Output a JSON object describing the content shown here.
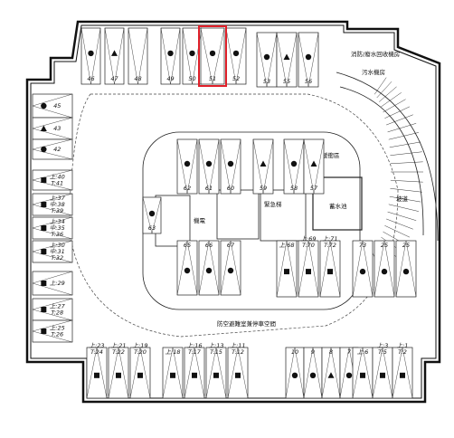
{
  "highlight_color": "#e0202a",
  "labels": {
    "room_top_right": "消防/廢水回收機房",
    "room_top_right_2": "污水機房",
    "stair_room": "緊急梯",
    "pool_room": "蓄水池",
    "transfer": "機電",
    "stairs_label": "坡道",
    "big_area": "防空避難室兼停車空間",
    "drop_area": "緩衝區"
  },
  "spots": [
    {
      "label": "46",
      "marker": "circle",
      "highlight": false
    },
    {
      "label": "47",
      "marker": "triangle",
      "highlight": false
    },
    {
      "label": "48",
      "marker": "none",
      "highlight": false
    },
    {
      "label": "49",
      "marker": "circle",
      "highlight": false
    },
    {
      "label": "50",
      "marker": "circle",
      "highlight": false
    },
    {
      "label": "51",
      "marker": "circle",
      "highlight": true
    },
    {
      "label": "52",
      "marker": "circle",
      "highlight": false
    },
    {
      "label": "53",
      "marker": "circle",
      "highlight": false
    },
    {
      "label": "55",
      "marker": "triangle",
      "highlight": false
    },
    {
      "label": "56",
      "marker": "circle",
      "highlight": false
    },
    {
      "label": "45",
      "marker": "circle",
      "highlight": false
    },
    {
      "label": "43",
      "marker": "triangle",
      "highlight": false
    },
    {
      "label": "42",
      "marker": "circle",
      "highlight": false
    },
    {
      "label": "上:40\nT:41",
      "marker": "square",
      "highlight": false
    },
    {
      "label": "上:37\n中:38\nT:39",
      "marker": "square",
      "highlight": false
    },
    {
      "label": "上:34\n中:35\nT:36",
      "marker": "square",
      "highlight": false
    },
    {
      "label": "上:30\n中:31\nT:32",
      "marker": "square",
      "highlight": false
    },
    {
      "label": "上:29",
      "marker": "square",
      "highlight": false
    },
    {
      "label": "上:27\nT:28",
      "marker": "square",
      "highlight": false
    },
    {
      "label": "上:25\nT:26",
      "marker": "square",
      "highlight": false
    },
    {
      "label": "62",
      "marker": "circle",
      "highlight": false
    },
    {
      "label": "61",
      "marker": "circle",
      "highlight": false
    },
    {
      "label": "60",
      "marker": "circle",
      "highlight": false
    },
    {
      "label": "59",
      "marker": "triangle",
      "highlight": false
    },
    {
      "label": "58",
      "marker": "circle",
      "highlight": false
    },
    {
      "label": "57",
      "marker": "triangle",
      "highlight": false
    },
    {
      "label": "63",
      "marker": "circle",
      "highlight": false
    },
    {
      "label": "65",
      "marker": "circle",
      "highlight": false
    },
    {
      "label": "66",
      "marker": "circle",
      "highlight": false
    },
    {
      "label": "67",
      "marker": "circle",
      "highlight": false
    },
    {
      "label": "上:68",
      "marker": "square",
      "highlight": false
    },
    {
      "label": "上:69\nT:70",
      "marker": "square",
      "highlight": false
    },
    {
      "label": "上:71\nT:72",
      "marker": "square",
      "highlight": false
    },
    {
      "label": "73",
      "marker": "circle",
      "highlight": false
    },
    {
      "label": "25",
      "marker": "circle",
      "highlight": false
    },
    {
      "label": "25",
      "marker": "circle",
      "highlight": false
    },
    {
      "label": "上:23\nT:24",
      "marker": "square",
      "highlight": false
    },
    {
      "label": "上:21\nT:22",
      "marker": "square",
      "highlight": false
    },
    {
      "label": "上:19\nT:20",
      "marker": "square",
      "highlight": false
    },
    {
      "label": "上:18",
      "marker": "square",
      "highlight": false
    },
    {
      "label": "上:16\nT:17",
      "marker": "square",
      "highlight": false
    },
    {
      "label": "上:13\nT:15",
      "marker": "square",
      "highlight": false
    },
    {
      "label": "上:11\nT:12",
      "marker": "square",
      "highlight": false
    },
    {
      "label": "10",
      "marker": "circle",
      "highlight": false
    },
    {
      "label": "9",
      "marker": "circle",
      "highlight": false
    },
    {
      "label": "8",
      "marker": "triangle",
      "highlight": false
    },
    {
      "label": "7",
      "marker": "circle",
      "highlight": false
    },
    {
      "label": "上:6",
      "marker": "square",
      "highlight": false
    },
    {
      "label": "上:3\nT:5",
      "marker": "square",
      "highlight": false
    },
    {
      "label": "上:1\nT:2",
      "marker": "square",
      "highlight": false
    }
  ]
}
